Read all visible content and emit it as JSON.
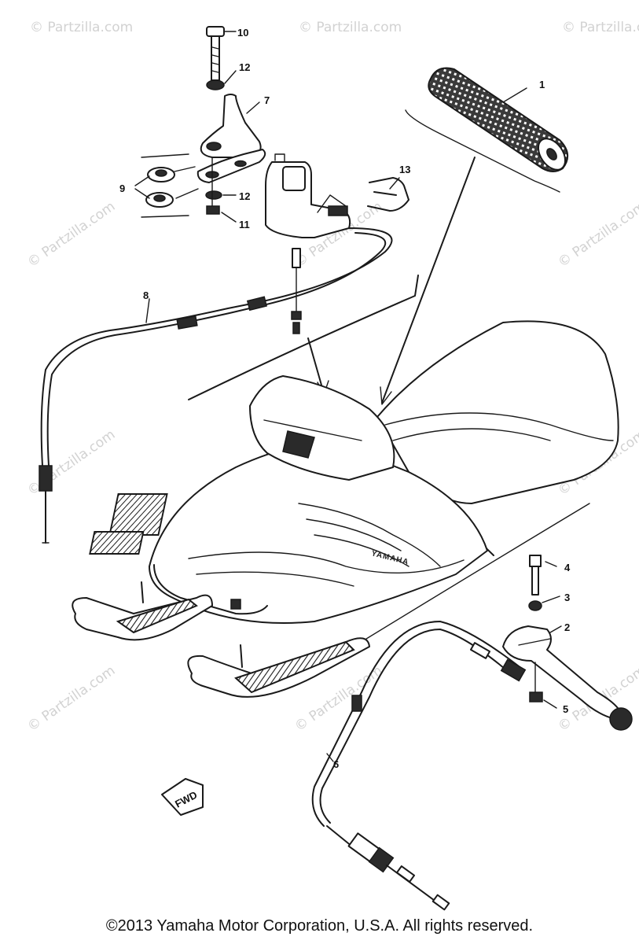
{
  "callouts": [
    "1",
    "2",
    "3",
    "4",
    "5",
    "6",
    "7",
    "8",
    "9",
    "10",
    "11",
    "12",
    "12",
    "13"
  ],
  "watermark": "© Partzilla.com",
  "brand_lettering": "YAMAHA",
  "direction_mark": "FWD",
  "copyright": "©2013 Yamaha Motor Corporation, U.S.A. All rights reserved.",
  "colors": {
    "ink": "#1a1a1a",
    "watermark": "#d2d2d2",
    "background": "#ffffff"
  }
}
